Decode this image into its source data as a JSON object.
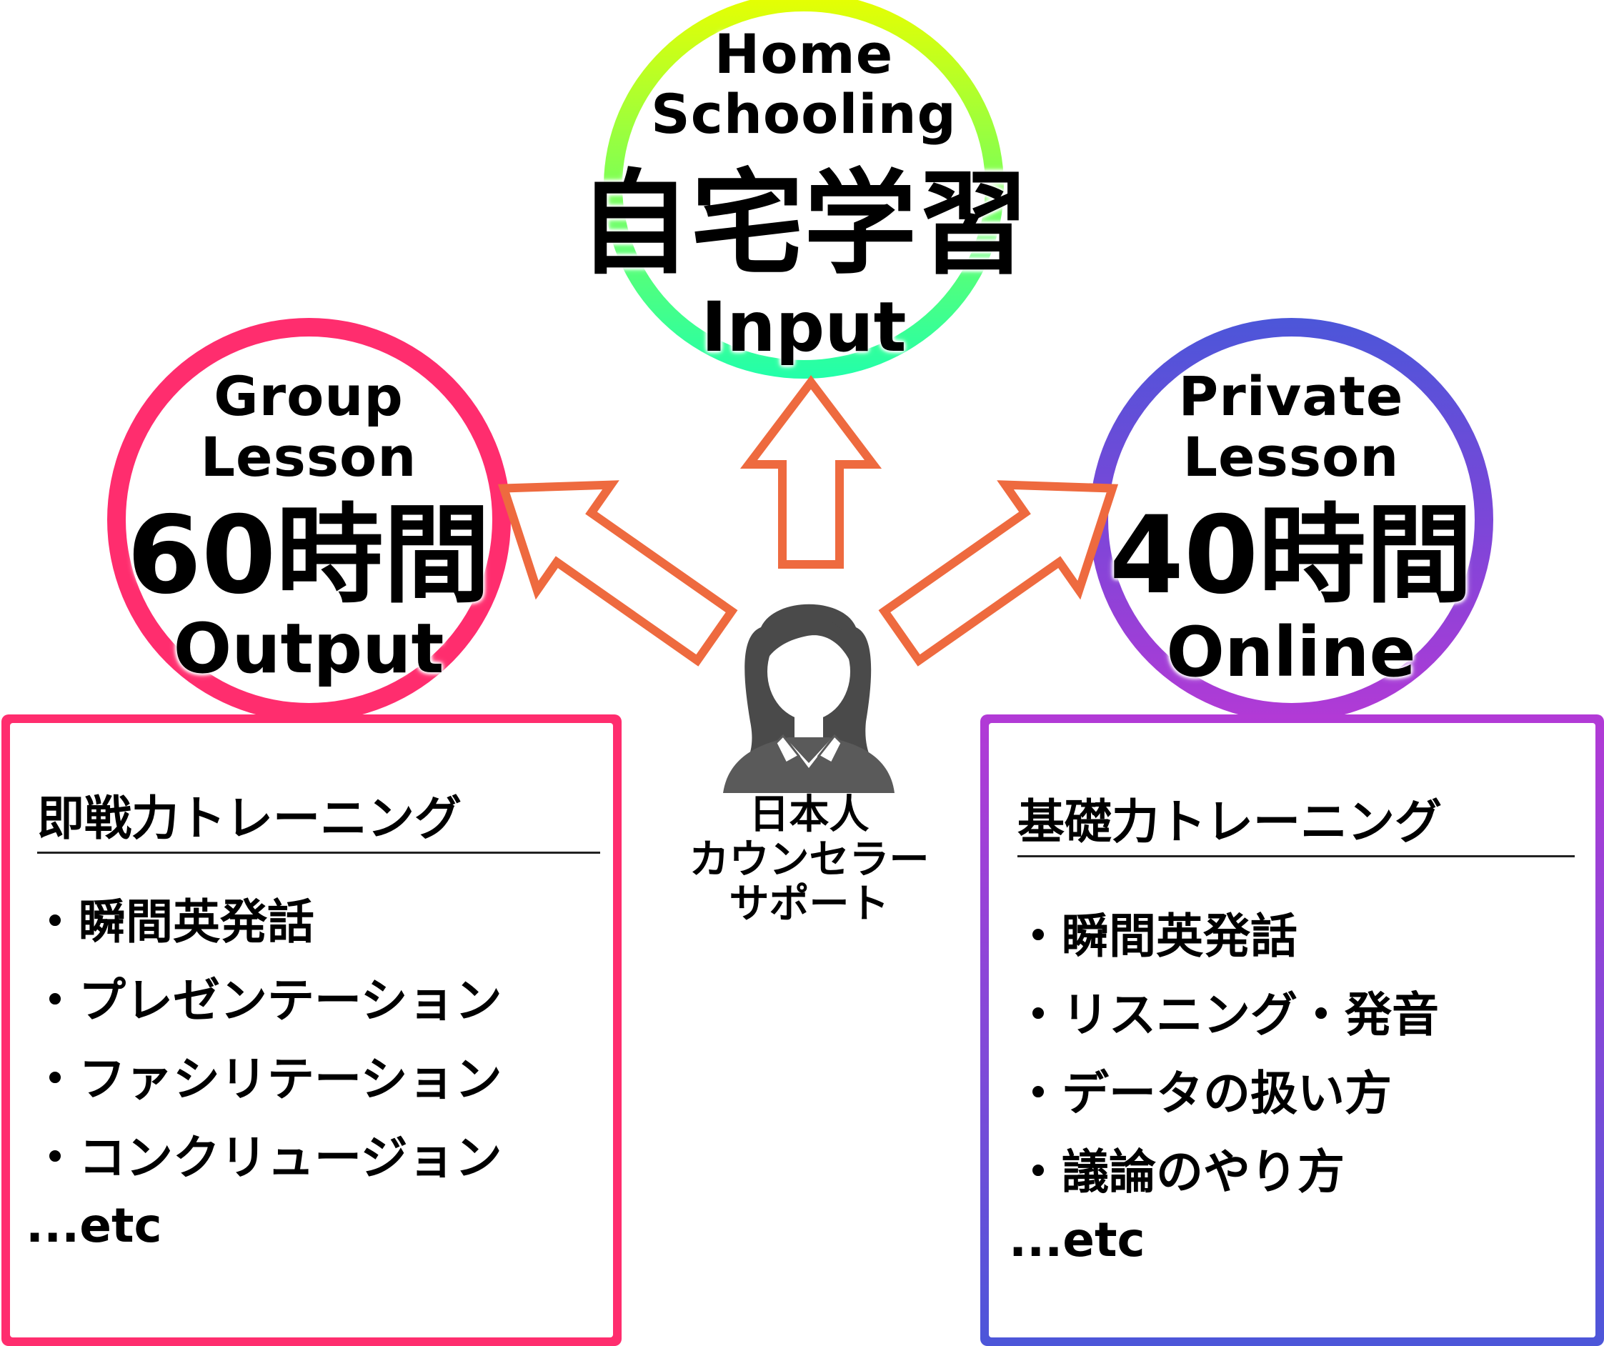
{
  "home": {
    "line1": "Home",
    "line2": "Schooling",
    "main": "自宅学習",
    "sub": "Input",
    "colors": [
      "#e8ff00",
      "#22ffaa"
    ]
  },
  "group": {
    "line1": "Group",
    "line2": "Lesson",
    "main": "60時間",
    "sub": "Output",
    "color": "#ff2d6e"
  },
  "private": {
    "line1": "Private",
    "line2": "Lesson",
    "main": "40時間",
    "sub": "Online",
    "colors": [
      "#4c56d9",
      "#b23ad6"
    ]
  },
  "center": {
    "line1": "日本人",
    "line2": "カウンセラー",
    "line3": "サポート",
    "icon": "counselor-person-icon"
  },
  "left_box": {
    "title": "即戦力トレーニング",
    "items": [
      "・瞬間英発話",
      "・プレゼンテーション",
      "・ファシリテーション",
      "・コンクリュージョン",
      "...etc"
    ],
    "color": "#ff2d6e"
  },
  "right_box": {
    "title": "基礎力トレーニング",
    "items": [
      "・瞬間英発話",
      "・リスニング・発音",
      "・データの扱い方",
      "・議論のやり方",
      "...etc"
    ],
    "colors": [
      "#b23ad6",
      "#4c56d9"
    ]
  },
  "arrow_color": "#ee6a3f"
}
